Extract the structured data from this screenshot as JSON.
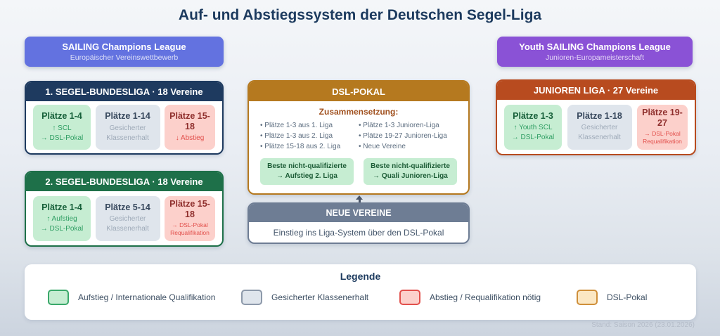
{
  "page": {
    "title": "Auf- und Abstiegssystem der Deutschen Segel-Liga",
    "stand": "Stand: Saison 2026 (23.01.2026)"
  },
  "colors": {
    "navy": "#1e3a5f",
    "league2_green": "#1e7049",
    "dsl_orange": "#b5791f",
    "junioren_orange": "#b84b1f",
    "neue_gray": "#6e7d94",
    "scl_blue": "#6372e0",
    "youth_purple": "#8a52d6",
    "status_green_bg": "#c6edd2",
    "status_gray_bg": "#dfe5ec",
    "status_red_bg": "#fcd0cb",
    "status_orange_bg": "#fbe7c3"
  },
  "pills": {
    "scl": {
      "title": "SAILING Champions League",
      "subtitle": "Europäischer Vereinswettbewerb"
    },
    "youth": {
      "title": "Youth SAILING Champions League",
      "subtitle": "Junioren-Europameisterschaft"
    }
  },
  "liga1": {
    "header": "1. SEGEL-BUNDESLIGA · 18 Vereine",
    "green": {
      "title": "Plätze 1-4",
      "line1": "↑ SCL",
      "line2": "→ DSL-Pokal"
    },
    "gray": {
      "title": "Plätze 1-14",
      "line1": "Gesicherter",
      "line2": "Klassenerhalt"
    },
    "red": {
      "title": "Plätze 15-18",
      "line1": "↓ Abstieg"
    }
  },
  "liga2": {
    "header": "2. SEGEL-BUNDESLIGA · 18 Vereine",
    "green": {
      "title": "Plätze 1-4",
      "line1": "↑ Aufstieg",
      "line2": "→ DSL-Pokal"
    },
    "gray": {
      "title": "Plätze 5-14",
      "line1": "Gesicherter",
      "line2": "Klassenerhalt"
    },
    "red": {
      "title": "Plätze 15-18",
      "line1": "→ DSL-Pokal",
      "line2": "Requalifikation"
    }
  },
  "junioren": {
    "header": "JUNIOREN LIGA · 27 Vereine",
    "green": {
      "title": "Plätze 1-3",
      "line1": "↑ Youth SCL",
      "line2": "→ DSL-Pokal"
    },
    "gray": {
      "title": "Plätze 1-18",
      "line1": "Gesicherter",
      "line2": "Klassenerhalt"
    },
    "red": {
      "title": "Plätze 19-27",
      "line1": "→ DSL-Pokal",
      "line2": "Requalifikation"
    }
  },
  "dsl_pokal": {
    "header": "DSL-POKAL",
    "subheading": "Zusammensetzung:",
    "bullets_left": [
      "Plätze 1-3 aus 1. Liga",
      "Plätze 1-3 aus 2. Liga",
      "Plätze 15-18 aus 2. Liga"
    ],
    "bullets_right": [
      "Plätze 1-3 Junioren-Liga",
      "Plätze 19-27 Junioren-Liga",
      "Neue Vereine"
    ],
    "note_left": {
      "line1": "Beste nicht-qualifizierte",
      "line2": "→ Aufstieg 2. Liga"
    },
    "note_right": {
      "line1": "Beste nicht-qualifizierte",
      "line2": "→ Quali Junioren-Liga"
    }
  },
  "neue_vereine": {
    "header": "NEUE VEREINE",
    "body": "Einstieg ins Liga-System über den DSL-Pokal"
  },
  "legend": {
    "title": "Legende",
    "items": [
      {
        "label": "Aufstieg / Internationale Qualifikation",
        "type": "green"
      },
      {
        "label": "Gesicherter Klassenerhalt",
        "type": "gray"
      },
      {
        "label": "Abstieg / Requalifikation nötig",
        "type": "red"
      },
      {
        "label": "DSL-Pokal",
        "type": "orange"
      }
    ]
  }
}
